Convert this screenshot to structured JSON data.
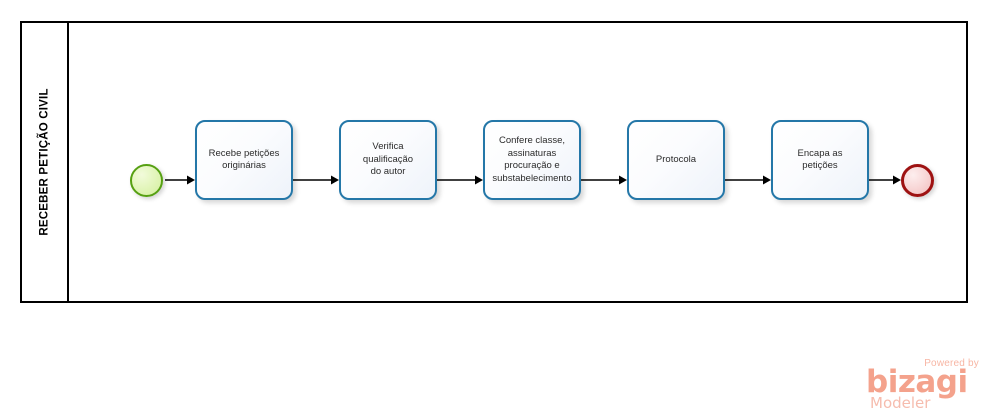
{
  "diagram": {
    "type": "bpmn-process",
    "pool": {
      "lane_label": "RECEBER PETIÇÃO CIVIL",
      "border_color": "#000000",
      "background": "#ffffff"
    },
    "colors": {
      "task_border": "#2477A8",
      "task_fill": "#FBFCFE",
      "start_event_border": "#56A012",
      "start_event_fill": "#E4F6BE",
      "end_event_border": "#9E1212",
      "end_event_fill": "#F8D7D7",
      "connector": "#000000",
      "logo": "#F4A28C"
    },
    "start_event": {
      "name": "start-event",
      "shape": "circle"
    },
    "tasks": [
      {
        "id": "task-1",
        "label": "Recebe petições\noriginárias"
      },
      {
        "id": "task-2",
        "label": "Verifica qualificação\ndo autor"
      },
      {
        "id": "task-3",
        "label": "Confere classe,\nassinaturas\nprocuração e\nsubstabelecimento"
      },
      {
        "id": "task-4",
        "label": "Protocola"
      },
      {
        "id": "task-5",
        "label": "Encapa as petições"
      }
    ],
    "end_event": {
      "name": "end-event",
      "shape": "circle"
    },
    "connectors": [
      {
        "id": "flow-1",
        "from": "start-event",
        "to": "task-1"
      },
      {
        "id": "flow-2",
        "from": "task-1",
        "to": "task-2"
      },
      {
        "id": "flow-3",
        "from": "task-2",
        "to": "task-3"
      },
      {
        "id": "flow-4",
        "from": "task-3",
        "to": "task-4"
      },
      {
        "id": "flow-5",
        "from": "task-4",
        "to": "task-5"
      },
      {
        "id": "flow-6",
        "from": "task-5",
        "to": "end-event"
      }
    ]
  },
  "branding": {
    "powered_by": "Powered by",
    "product": "bizagi",
    "edition": "Modeler"
  }
}
